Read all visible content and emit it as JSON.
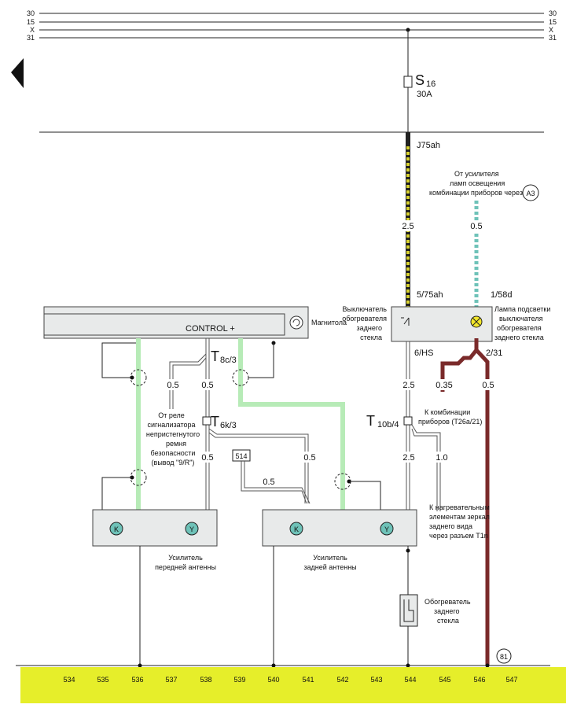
{
  "bus_lines": [
    {
      "left": "30",
      "right": "30"
    },
    {
      "left": "15",
      "right": "15"
    },
    {
      "left": "X",
      "right": "X"
    },
    {
      "left": "31",
      "right": "31"
    }
  ],
  "fuse": {
    "letter": "S",
    "number": "16",
    "rating": "30A"
  },
  "connectors": {
    "j75ah": "J75ah",
    "p575ah": "5/75ah",
    "p158d": "1/58d",
    "p6hs": "6/HS",
    "p231": "2/31",
    "t8c": {
      "letter": "T",
      "sub": "8c/3"
    },
    "t6k": {
      "letter": "T",
      "sub": "6k/3"
    },
    "t10b": {
      "letter": "T",
      "sub": "10b/4"
    },
    "box514": "514",
    "a3": "A3",
    "g81": "81"
  },
  "wire_sizes": {
    "w25a": "2.5",
    "w05a": "0.5",
    "w05b": "0.5",
    "w05c": "0.5",
    "w25b": "2.5",
    "w035": "0.35",
    "w05d": "0.5",
    "w05e": "0.5",
    "w05f": "0.5",
    "w05g": "0.5",
    "w25c": "2.5",
    "w10": "1.0"
  },
  "labels": {
    "from_amp": [
      "От усилителя",
      "ламп  освещения",
      "комбинации приборов через"
    ],
    "switch": [
      "Выключатель",
      "обогревателя",
      "заднего",
      "стекла"
    ],
    "lamp": [
      "Лампа подсветки",
      "выключателя",
      "обогревателя",
      "заднего стекла"
    ],
    "radio": "Магнитола",
    "control": "CONTROL  +",
    "relay": [
      "От реле",
      "сигнализатора",
      "непристегнутого",
      "ремня",
      "безопасности",
      "(вывод \"9/R\")"
    ],
    "to_cluster": [
      "К комбинации",
      "приборов (T26a/21)"
    ],
    "to_mirror": [
      "К нагревательным",
      "элементам зеркал",
      "заднего вида",
      "через разъем T1n"
    ],
    "front_amp": [
      "Усилитель",
      "передней антенны"
    ],
    "rear_amp": [
      "Усилитель",
      "задней антенны"
    ],
    "heater": [
      "Обогреватель",
      "заднего",
      "стекла"
    ]
  },
  "amp_icons": {
    "k": "K",
    "y": "Y"
  },
  "bottom_numbers": [
    "534",
    "535",
    "536",
    "537",
    "538",
    "539",
    "540",
    "541",
    "542",
    "543",
    "544",
    "545",
    "546",
    "547"
  ],
  "colors": {
    "yellow_bar": "#e6ee2a",
    "green_wire": "#b7ebb7",
    "yellow_wire": "#d8d230",
    "teal_wire": "#6ec2b8",
    "brown_wire": "#7a2a2a",
    "component_fill": "#e8eaea"
  }
}
